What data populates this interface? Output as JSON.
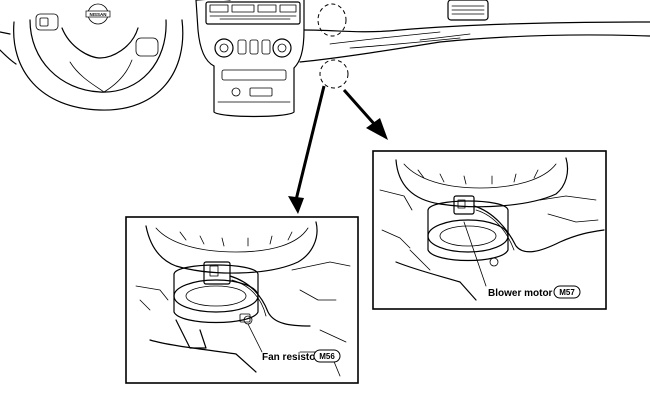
{
  "labels": {
    "fan_resistor": "Fan resistor",
    "fan_resistor_connector": "M56",
    "blower_motor": "Blower motor",
    "blower_motor_connector": "M57"
  },
  "brand_logo": "NISSAN",
  "colors": {
    "line": "#000000",
    "background": "#ffffff"
  }
}
